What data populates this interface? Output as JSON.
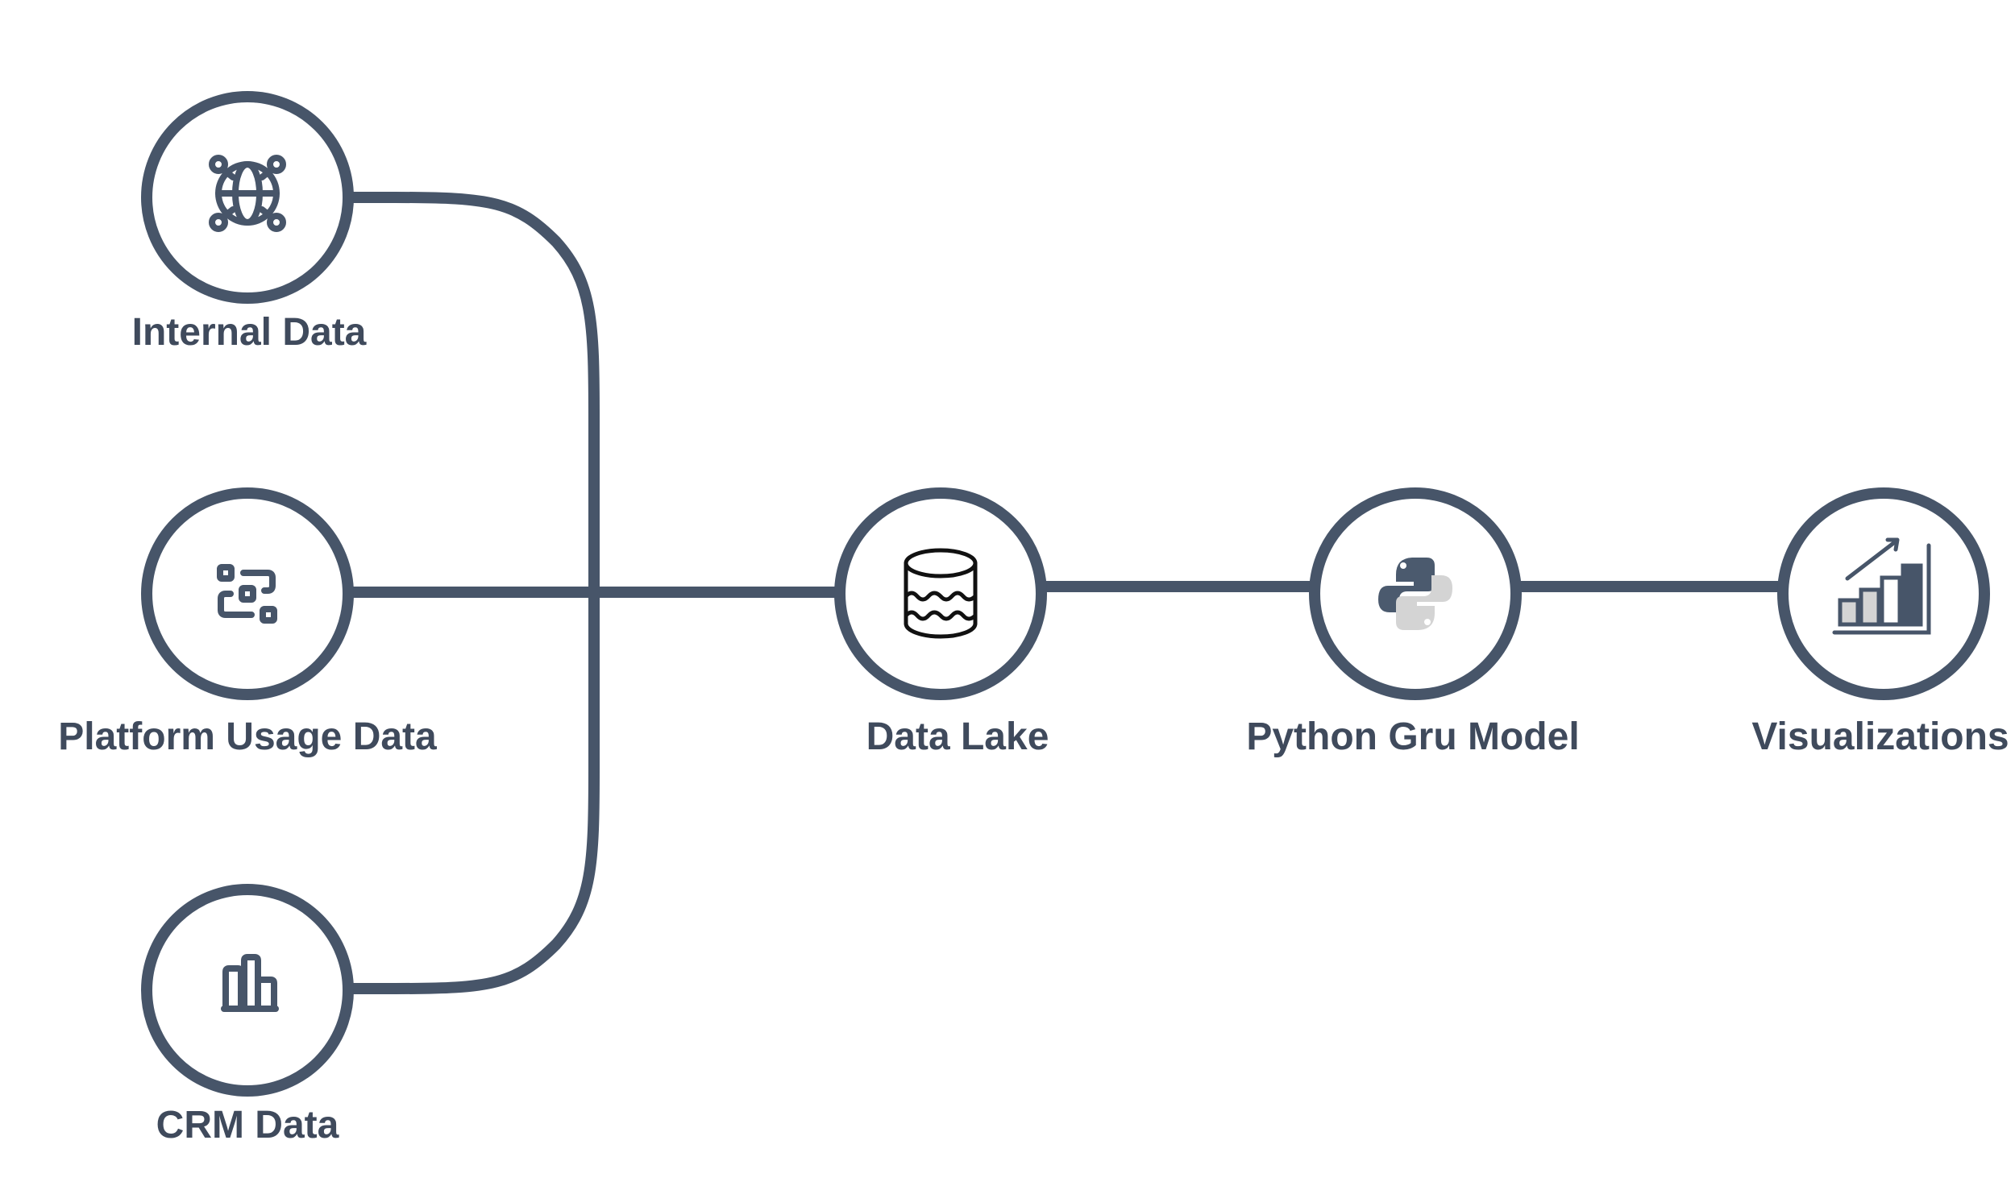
{
  "colors": {
    "line": "#475569",
    "label": "#3f4a5c",
    "node_fill": "#ffffff",
    "python_blue": "#4b5a6e",
    "python_gray": "#d4d4d4"
  },
  "nodes": [
    {
      "id": "internal",
      "label": "Internal Data",
      "icon": "globe-network-icon"
    },
    {
      "id": "platform",
      "label": "Platform Usage Data",
      "icon": "workflow-icon"
    },
    {
      "id": "crm",
      "label": "CRM Data",
      "icon": "bar-chart-icon"
    },
    {
      "id": "lake",
      "label": "Data Lake",
      "icon": "database-waves-icon"
    },
    {
      "id": "model",
      "label": "Python Gru Model",
      "icon": "python-logo-icon"
    },
    {
      "id": "viz",
      "label": "Visualizations",
      "icon": "growth-chart-icon"
    }
  ],
  "edges": [
    {
      "from": "internal",
      "to": "lake"
    },
    {
      "from": "platform",
      "to": "lake"
    },
    {
      "from": "crm",
      "to": "lake"
    },
    {
      "from": "lake",
      "to": "model"
    },
    {
      "from": "model",
      "to": "viz"
    }
  ]
}
